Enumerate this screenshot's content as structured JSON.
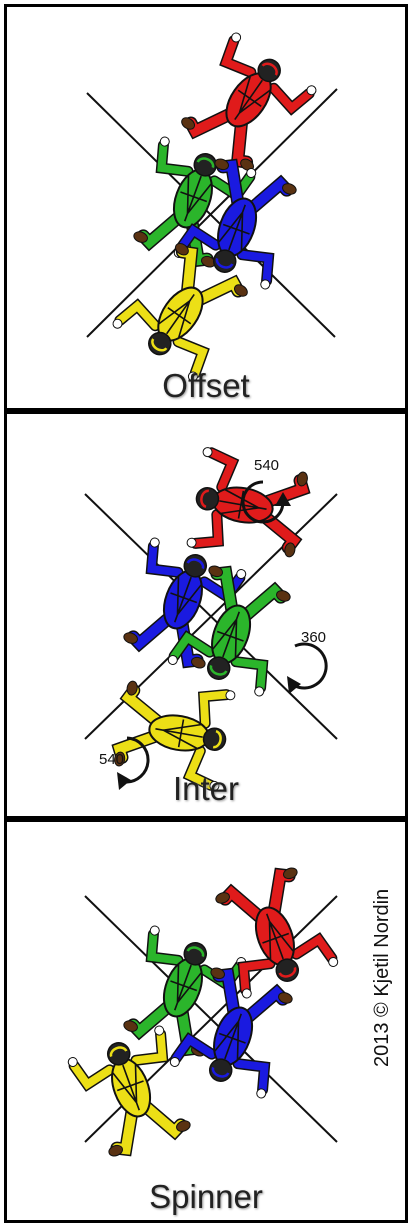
{
  "panels": [
    {
      "label": "Offset",
      "jumpers": [
        {
          "color": "red",
          "hex": "#e01b1b"
        },
        {
          "color": "green",
          "hex": "#2bb52b"
        },
        {
          "color": "blue",
          "hex": "#1a1ae0"
        },
        {
          "color": "yellow",
          "hex": "#ecdf16"
        }
      ]
    },
    {
      "label": "Inter",
      "rotations": [
        "540",
        "360",
        "540"
      ],
      "jumpers": [
        {
          "color": "red",
          "hex": "#e01b1b"
        },
        {
          "color": "blue",
          "hex": "#1a1ae0"
        },
        {
          "color": "green",
          "hex": "#2bb52b"
        },
        {
          "color": "yellow",
          "hex": "#ecdf16"
        }
      ]
    },
    {
      "label": "Spinner",
      "jumpers": [
        {
          "color": "green",
          "hex": "#2bb52b"
        },
        {
          "color": "red",
          "hex": "#e01b1b"
        },
        {
          "color": "blue",
          "hex": "#1a1ae0"
        },
        {
          "color": "yellow",
          "hex": "#ecdf16"
        }
      ]
    }
  ],
  "credit": "2013 © Kjetil Nordin",
  "colors": {
    "boot": "#5a3212",
    "outline": "#111111",
    "hand": "#ffffff"
  }
}
